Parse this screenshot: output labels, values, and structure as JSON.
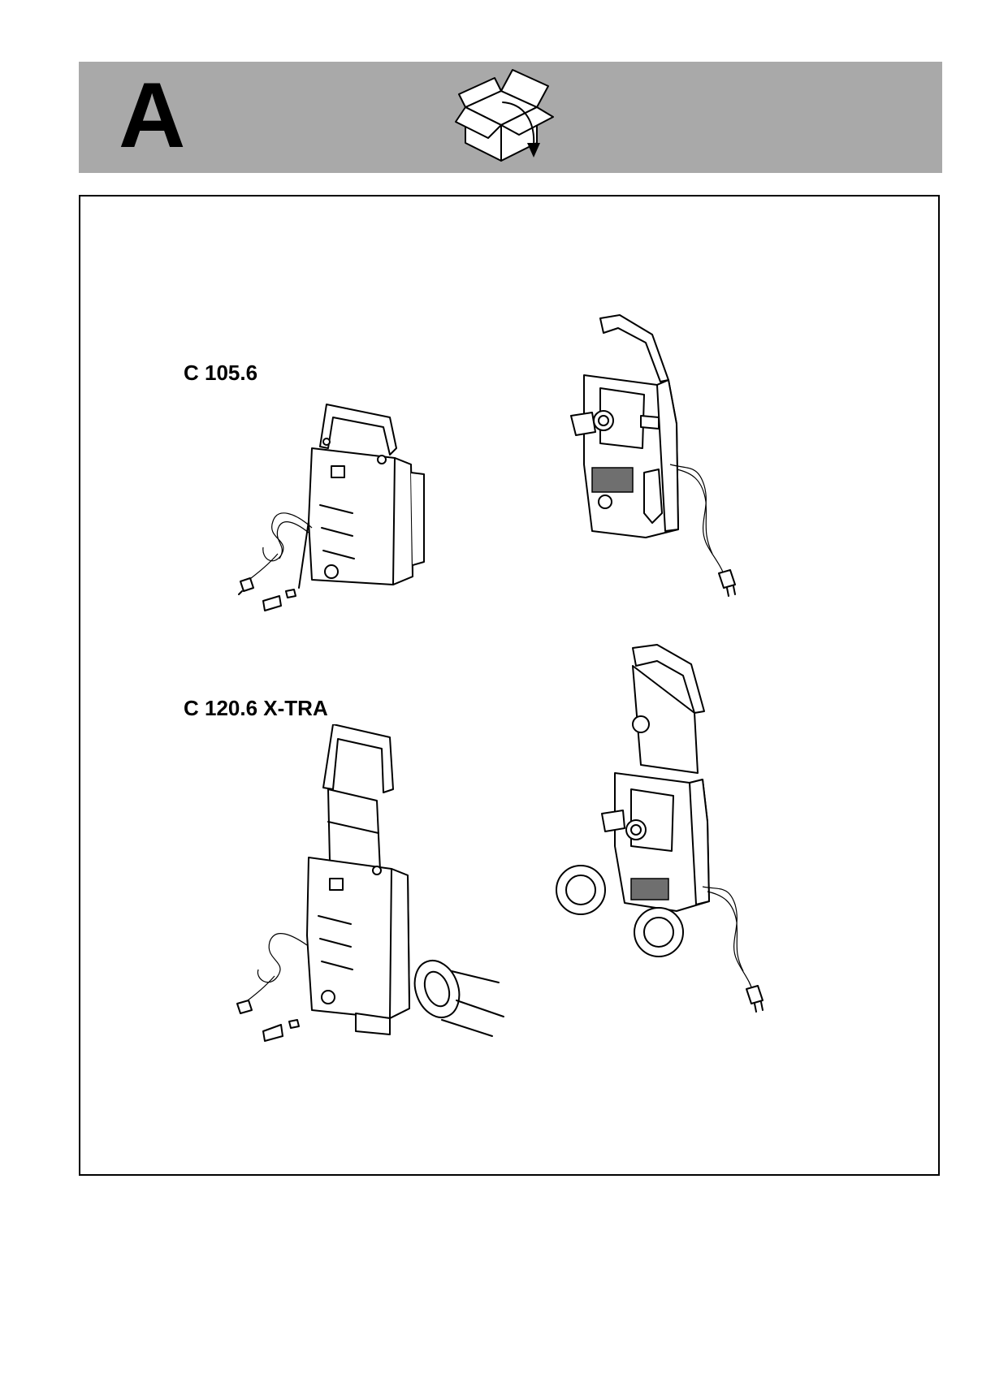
{
  "page": {
    "section_letter": "A",
    "header_icon": "open-box-unpack-icon"
  },
  "figure": {
    "models": [
      {
        "label": "C 105.6"
      },
      {
        "label": "C 120.6 X-TRA"
      }
    ],
    "illustrations": [
      "pressure-washer-front-icon",
      "pressure-washer-rear-icon",
      "pressure-washer-wheeled-front-icon",
      "pressure-washer-wheeled-rear-icon"
    ]
  }
}
